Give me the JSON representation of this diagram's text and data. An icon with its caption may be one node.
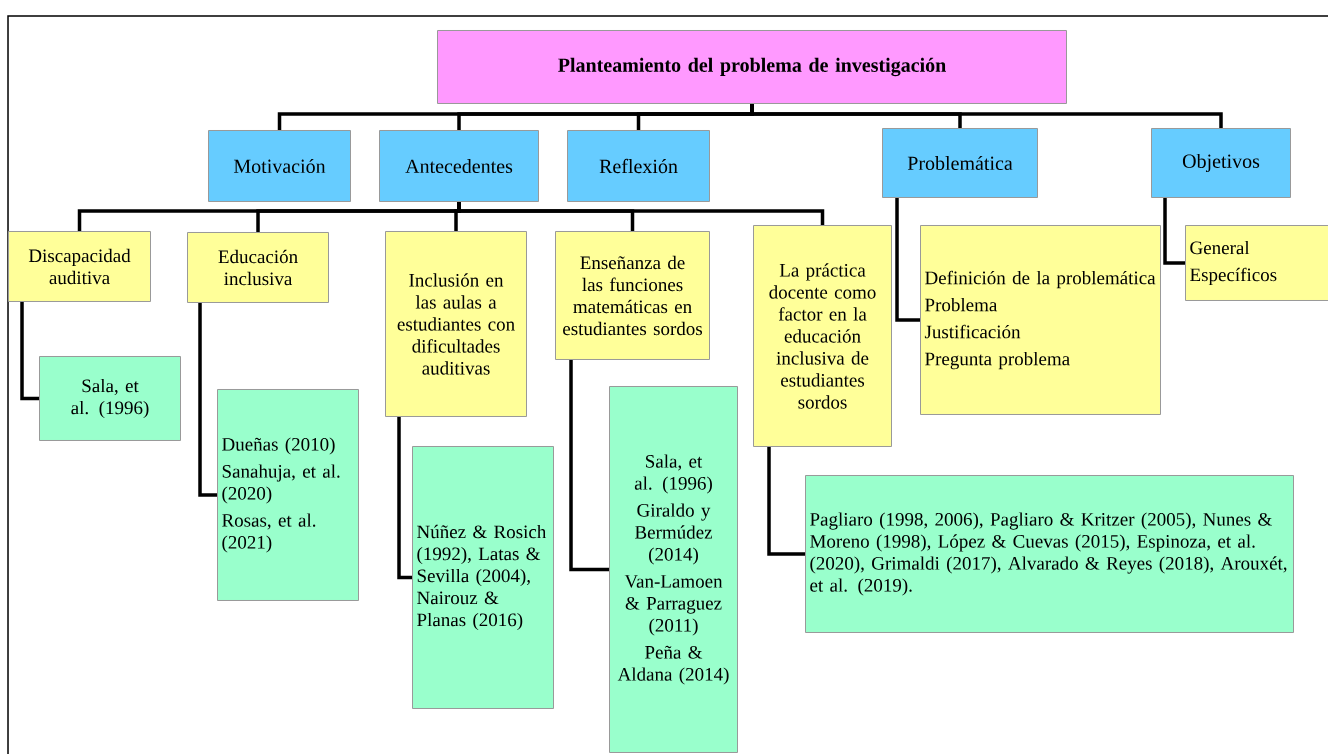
{
  "diagram": {
    "nodes": [
      {
        "text": [
          "Planteamiento del problema de investigación"
        ]
      },
      {
        "text": [
          "Motivación"
        ]
      },
      {
        "text": [
          "Antecedentes"
        ]
      },
      {
        "text": [
          "Reflexión"
        ]
      },
      {
        "text": [
          "Problemática"
        ]
      },
      {
        "text": [
          "Objetivos"
        ]
      },
      {
        "text": [
          "Discapacidad auditiva"
        ]
      },
      {
        "text": [
          "Educación inclusiva"
        ]
      },
      {
        "text": [
          "Inclusión en las aulas a estudiantes con dificultades auditivas"
        ]
      },
      {
        "text": [
          "Enseñanza de las funciones matemáticas en estudiantes sordos"
        ]
      },
      {
        "text": [
          "La práctica docente como factor en la educación inclusiva de estudiantes sordos"
        ]
      },
      {
        "text": [
          "Definición de la problemática",
          "Problema",
          "Justificación",
          "Pregunta problema"
        ]
      },
      {
        "text": [
          "General",
          "Específicos"
        ]
      },
      {
        "text": [
          "Sala, et al. (1996)"
        ]
      },
      {
        "text": [
          "Dueñas (2010)",
          "Sanahuja, et al. (2020)",
          "Rosas, et al. (2021)"
        ]
      },
      {
        "text": [
          "Núñez & Rosich (1992), Latas & Sevilla (2004), Nairouz & Planas (2016)"
        ]
      },
      {
        "text": [
          "Sala, et al. (1996)",
          "Giraldo y Bermúdez (2014)",
          "Van-Lamoen & Parraguez (2011)",
          "Peña & Aldana (2014)"
        ]
      },
      {
        "text": [
          "Pagliaro (1998, 2006), Pagliaro  & Kritzer (2005), Nunes & Moreno (1998), López & Cuevas (2015), Espinoza, et al. (2020), Grimaldi (2017), Alvarado & Reyes (2018), Arouxét, et al. (2019)."
        ]
      }
    ],
    "edges": [
      {
        "from": 0,
        "to": 1,
        "arrow": "none"
      },
      {
        "from": 0,
        "to": 2,
        "arrow": "none"
      },
      {
        "from": 0,
        "to": 3,
        "arrow": "none"
      },
      {
        "from": 0,
        "to": 4,
        "arrow": "none"
      },
      {
        "from": 0,
        "to": 5,
        "arrow": "none"
      },
      {
        "from": 2,
        "to": 6,
        "arrow": "none"
      },
      {
        "from": 2,
        "to": 7,
        "arrow": "none"
      },
      {
        "from": 2,
        "to": 8,
        "arrow": "none"
      },
      {
        "from": 2,
        "to": 9,
        "arrow": "none"
      },
      {
        "from": 2,
        "to": 10,
        "arrow": "none"
      },
      {
        "from": 4,
        "to": 11,
        "arrow": "none"
      },
      {
        "from": 5,
        "to": 12,
        "arrow": "none"
      },
      {
        "from": 6,
        "to": 13,
        "arrow": "none"
      },
      {
        "from": 7,
        "to": 14,
        "arrow": "none"
      },
      {
        "from": 8,
        "to": 15,
        "arrow": "none"
      },
      {
        "from": 9,
        "to": 16,
        "arrow": "none"
      },
      {
        "from": 10,
        "to": 17,
        "arrow": "none"
      }
    ]
  }
}
